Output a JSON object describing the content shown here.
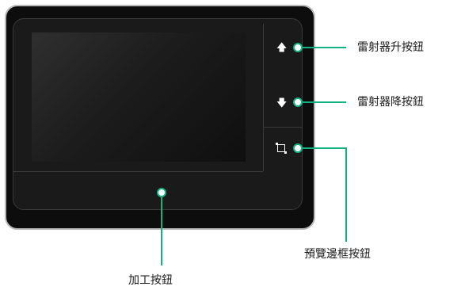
{
  "colors": {
    "device_body": "#0d0d0d",
    "callout_line": "#12b380",
    "marker_fill": "#ffffff"
  },
  "icons": {
    "up": "arrow-up-icon",
    "down": "arrow-down-icon",
    "frame": "frame-icon"
  },
  "glyphs": {
    "up": "🡅",
    "down": "🡇"
  },
  "callouts": {
    "laser_up": "雷射器升按鈕",
    "laser_down": "雷射器降按鈕",
    "preview_frame": "預覽邊框按鈕",
    "process": "加工按鈕"
  }
}
